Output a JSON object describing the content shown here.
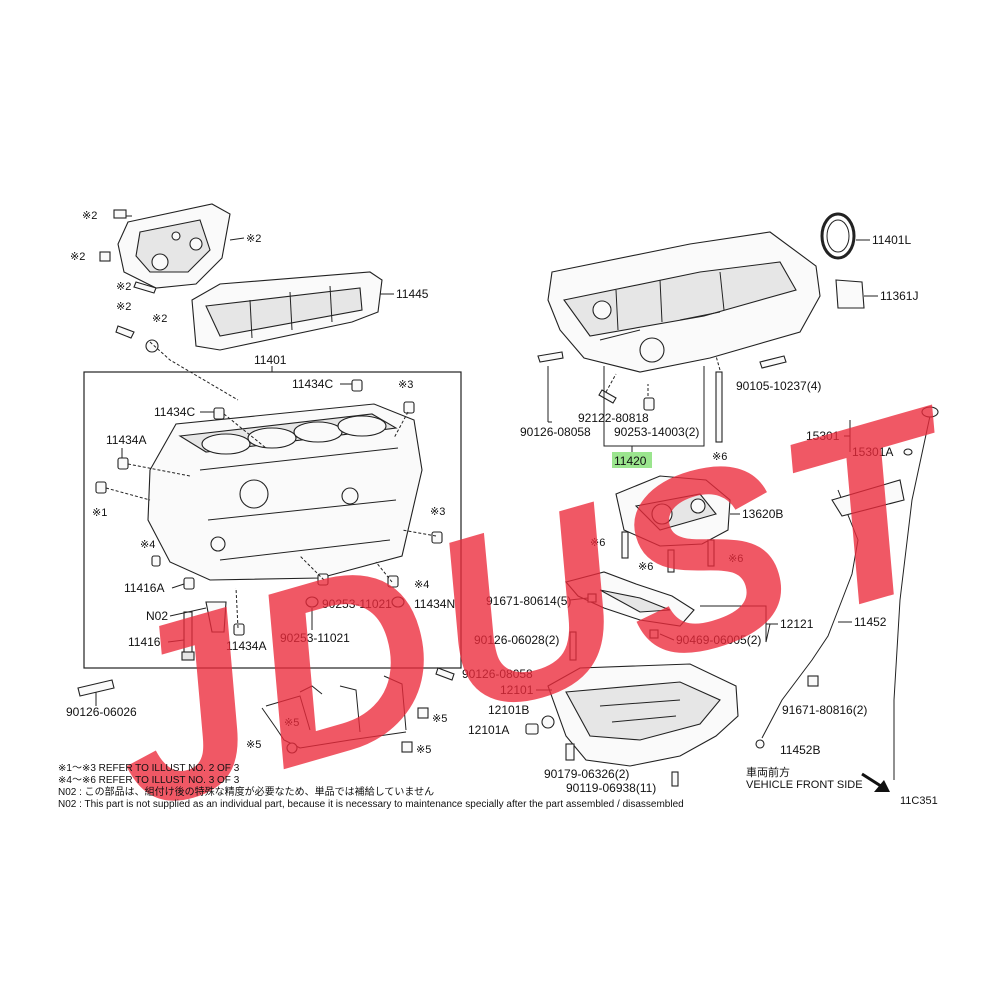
{
  "watermark": {
    "text": "JDUST",
    "color": "#ec2a3b"
  },
  "highlight_color": "#9be58e",
  "callouts": {
    "c11401L": "11401L",
    "c11361J": "11361J",
    "c11445": "11445",
    "c11401": "11401",
    "c11434C_1": "11434C",
    "c11434C_2": "11434C",
    "c11434A_1": "11434A",
    "c11434A_2": "11434A",
    "c11416A": "11416A",
    "c11416": "11416",
    "n02": "N02",
    "c90253_11021_1": "90253-11021",
    "c90253_11021_2": "90253-11021",
    "c11434N": "11434N",
    "c90126_08058_1": "90126-08058",
    "c90126_08058_2": "90126-08058",
    "c90126_06026": "90126-06026",
    "c92122_80818": "92122-80818",
    "c90253_14003": "90253-14003(2)",
    "c11420": "11420",
    "c90105_10237": "90105-10237(4)",
    "c15301": "15301",
    "c15301A": "15301A",
    "c13620B": "13620B",
    "c91671_80614": "91671-80614(5)",
    "c12121": "12121",
    "c90126_06028": "90126-06028(2)",
    "c90469_06005": "90469-06005(2)",
    "c11452": "11452",
    "c12101": "12101",
    "c12101B": "12101B",
    "c12101A": "12101A",
    "c91671_80816": "91671-80816(2)",
    "c11452B": "11452B",
    "c90179_06326": "90179-06326(2)",
    "c90119_06938": "90119-06938(11)",
    "ref2": "※2",
    "ref3": "※3",
    "ref4": "※4",
    "ref5": "※5",
    "ref6": "※6",
    "ref1": "※1"
  },
  "front": {
    "jp": "車両前方",
    "en": "VEHICLE FRONT SIDE"
  },
  "illust_id": "11C351",
  "notes": [
    "※1～※3  REFER TO ILLUST NO. 2 OF 3",
    "※4～※6  REFER TO ILLUST NO. 3 OF 3",
    "N02 : この部品は、組付け後の特殊な精度が必要なため、単品では補給していません",
    "N02 : This part is not supplied as an individual part, because it is necessary to maintenance specially after the part assembled / disassembled"
  ]
}
